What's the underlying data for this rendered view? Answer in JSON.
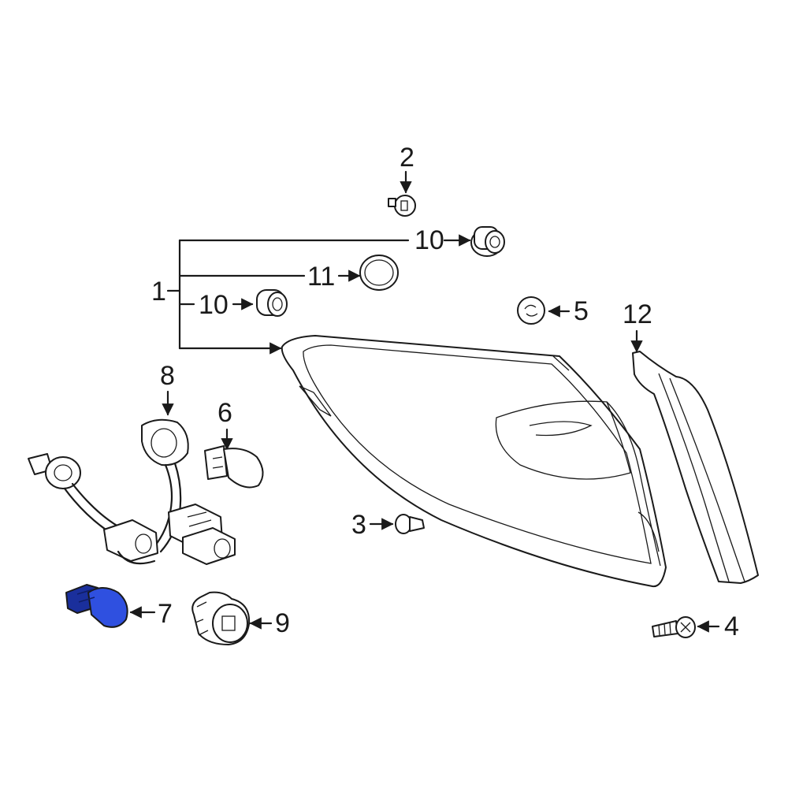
{
  "callouts": {
    "c1": "1",
    "c2": "2",
    "c3": "3",
    "c4": "4",
    "c5": "5",
    "c6": "6",
    "c7": "7",
    "c8": "8",
    "c9": "9",
    "c10a": "10",
    "c10b": "10",
    "c11": "11",
    "c12": "12"
  },
  "colors": {
    "highlight": "#2f50e0",
    "highlight_dark": "#1a2f9c",
    "line": "#1a1a1a"
  },
  "highlighted_part": "7"
}
